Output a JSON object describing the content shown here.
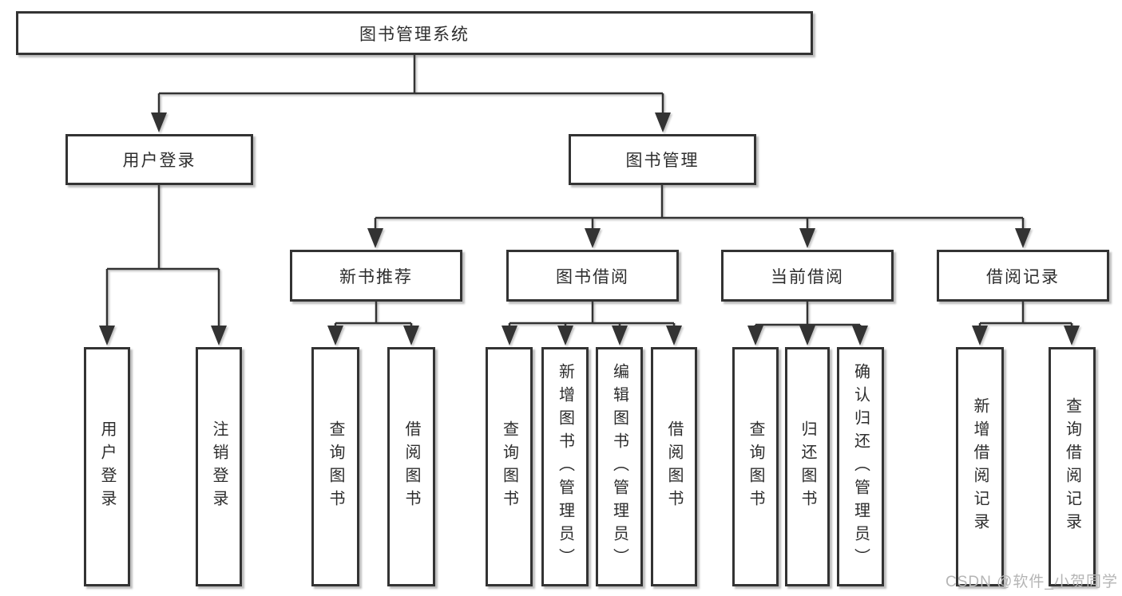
{
  "nodes": {
    "root": "图书管理系统",
    "login": "用户登录",
    "mgmt": "图书管理",
    "newbook": "新书推荐",
    "borrow": "图书借阅",
    "current": "当前借阅",
    "records": "借阅记录",
    "login_user": "用户登录",
    "login_logout": "注销登录",
    "newbook_query": "查询图书",
    "newbook_borrow": "借阅图书",
    "borrow_query": "查询图书",
    "borrow_add": "新增图书（管理员）",
    "borrow_edit": "编辑图书（管理员）",
    "borrow_borrow": "借阅图书",
    "current_query": "查询图书",
    "current_return": "归还图书",
    "current_confirm": "确认归还（管理员）",
    "records_add": "新增借阅记录",
    "records_query": "查询借阅记录"
  },
  "watermark": "CSDN @软件_小贺同学",
  "colors": {
    "line": "#333333",
    "text": "#2d2d2d",
    "box_fill": "#ffffff",
    "background": "#ffffff",
    "watermark": "#b5b5b5"
  }
}
